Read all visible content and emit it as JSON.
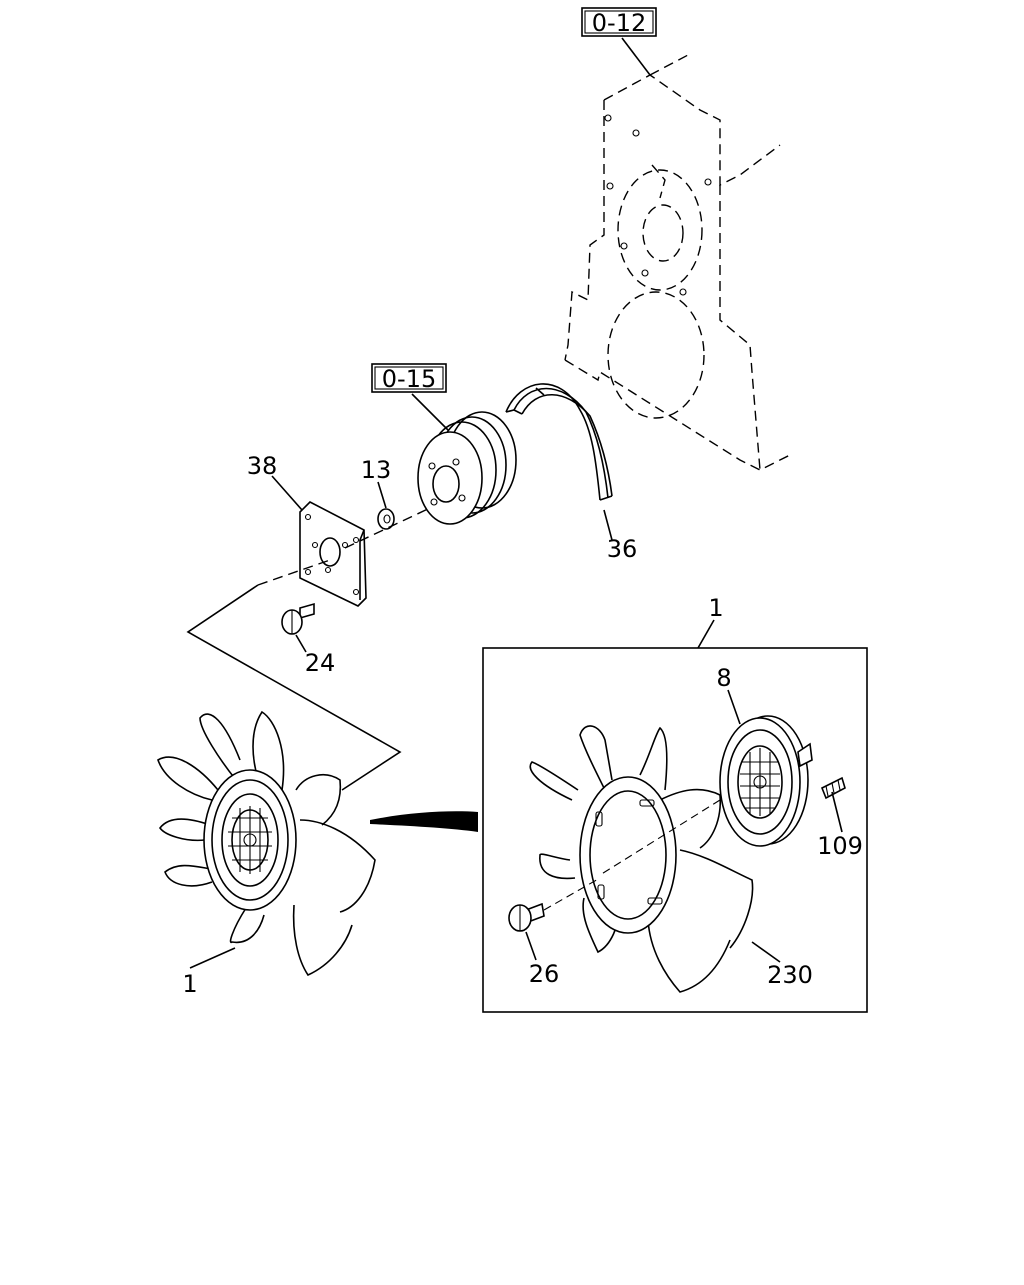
{
  "references": {
    "ref_0_12": "0-12",
    "ref_0_15": "0-15"
  },
  "callouts": {
    "c38": "38",
    "c13": "13",
    "c36": "36",
    "c24": "24",
    "c1_top": "1",
    "c8": "8",
    "c109": "109",
    "c26": "26",
    "c230": "230",
    "c1_left": "1"
  }
}
